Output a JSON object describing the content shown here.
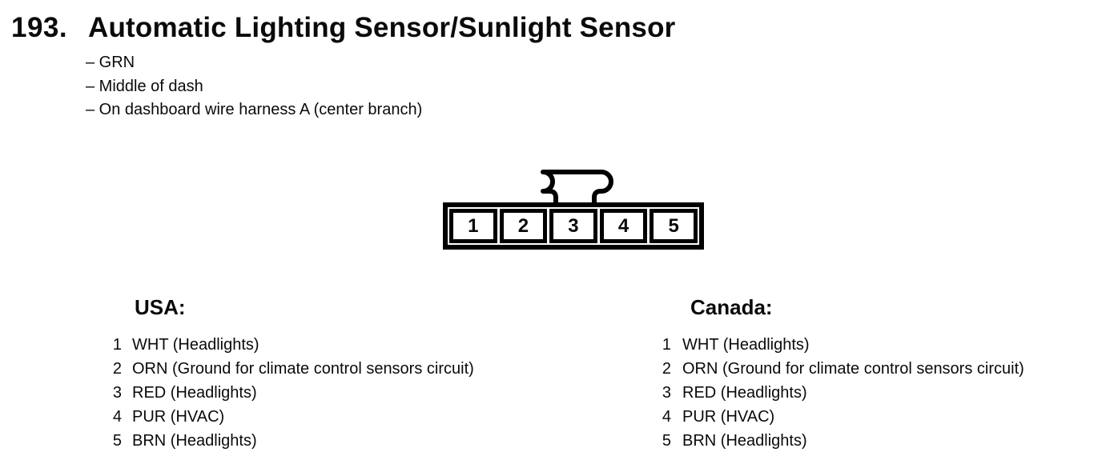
{
  "header": {
    "number": "193.",
    "title": "Automatic Lighting Sensor/Sunlight Sensor"
  },
  "notes": [
    "– GRN",
    "– Middle of dash",
    "– On dashboard wire harness A (center branch)"
  ],
  "connector": {
    "pins": [
      "1",
      "2",
      "3",
      "4",
      "5"
    ]
  },
  "pinouts": [
    {
      "region": "USA:",
      "rows": [
        {
          "pin": "1",
          "label": "WHT (Headlights)"
        },
        {
          "pin": "2",
          "label": "ORN (Ground for climate control sensors circuit)"
        },
        {
          "pin": "3",
          "label": "RED (Headlights)"
        },
        {
          "pin": "4",
          "label": "PUR (HVAC)"
        },
        {
          "pin": "5",
          "label": "BRN (Headlights)"
        }
      ]
    },
    {
      "region": "Canada:",
      "rows": [
        {
          "pin": "1",
          "label": "WHT (Headlights)"
        },
        {
          "pin": "2",
          "label": "ORN (Ground for climate control sensors circuit)"
        },
        {
          "pin": "3",
          "label": "RED (Headlights)"
        },
        {
          "pin": "4",
          "label": "PUR (HVAC)"
        },
        {
          "pin": "5",
          "label": "BRN (Headlights)"
        }
      ]
    }
  ],
  "colors": {
    "ink": "#0a0a0a",
    "paper": "#ffffff"
  }
}
